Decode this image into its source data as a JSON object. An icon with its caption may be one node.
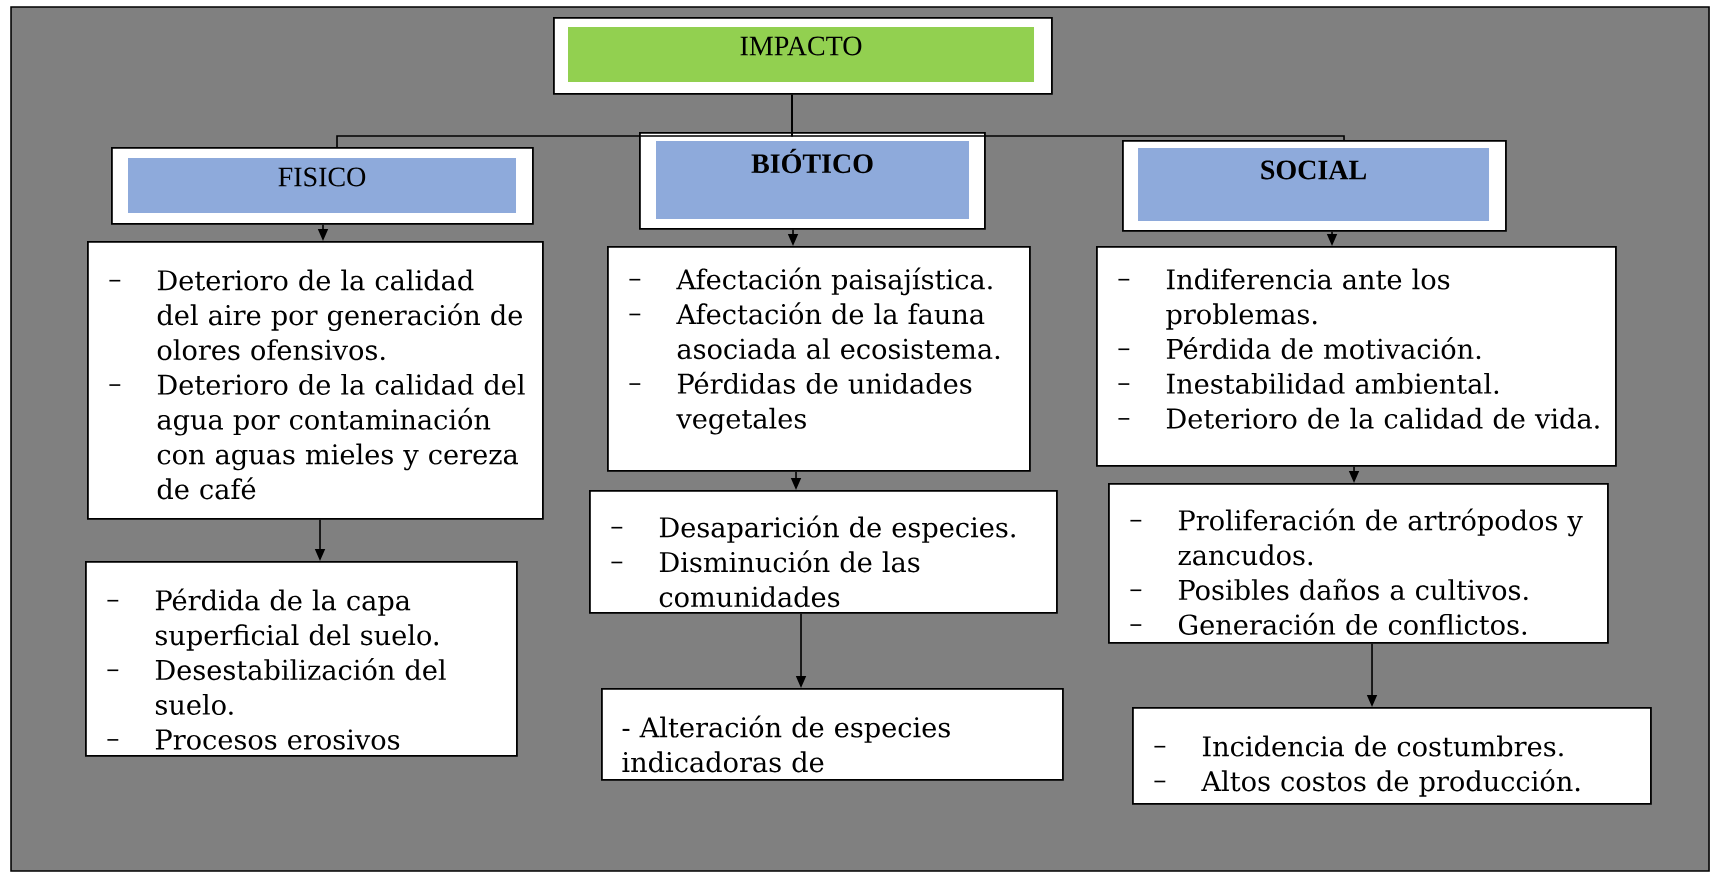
{
  "diagram": {
    "nodes": [
      {
        "text": [
          "IMPACTO"
        ]
      },
      {
        "text": [
          "FISICO"
        ]
      },
      {
        "text": [
          "BIÓTICO"
        ]
      },
      {
        "text": [
          "SOCIAL"
        ]
      },
      {
        "text": [
          "Deterioro de la calidad del aire por generación de olores ofensivos.",
          "Deterioro de la calidad del agua por contaminación con aguas mieles y cereza de café"
        ]
      },
      {
        "text": [
          "Pérdida de la capa superficial del suelo.",
          "Desestabilización del suelo.",
          "Procesos erosivos"
        ]
      },
      {
        "text": [
          "Afectación paisajística.",
          "Afectación de la fauna asociada al ecosistema.",
          "Pérdidas de unidades vegetales"
        ]
      },
      {
        "text": [
          "Desaparición de especies.",
          "Disminución de las comunidades"
        ]
      },
      {
        "text": [
          "- Alteración de especies indicadoras de"
        ]
      },
      {
        "text": [
          "Indiferencia ante los problemas.",
          "Pérdida de motivación.",
          "Inestabilidad ambiental.",
          "Deterioro de la calidad de vida."
        ]
      },
      {
        "text": [
          "Proliferación de artrópodos y zancudos.",
          "Posibles daños a cultivos.",
          "Generación de conflictos."
        ]
      },
      {
        "text": [
          "Incidencia de costumbres.",
          "Altos costos de producción."
        ]
      }
    ],
    "edges": [
      {
        "from": 0,
        "to": 1,
        "arrow": "none"
      },
      {
        "from": 0,
        "to": 2,
        "arrow": "none"
      },
      {
        "from": 0,
        "to": 3,
        "arrow": "none"
      },
      {
        "from": 1,
        "to": 4,
        "arrow": "to"
      },
      {
        "from": 4,
        "to": 5,
        "arrow": "to"
      },
      {
        "from": 2,
        "to": 6,
        "arrow": "to"
      },
      {
        "from": 6,
        "to": 7,
        "arrow": "to"
      },
      {
        "from": 7,
        "to": 8,
        "arrow": "to"
      },
      {
        "from": 3,
        "to": 9,
        "arrow": "to"
      },
      {
        "from": 9,
        "to": 10,
        "arrow": "to"
      },
      {
        "from": 10,
        "to": 11,
        "arrow": "to"
      }
    ]
  }
}
